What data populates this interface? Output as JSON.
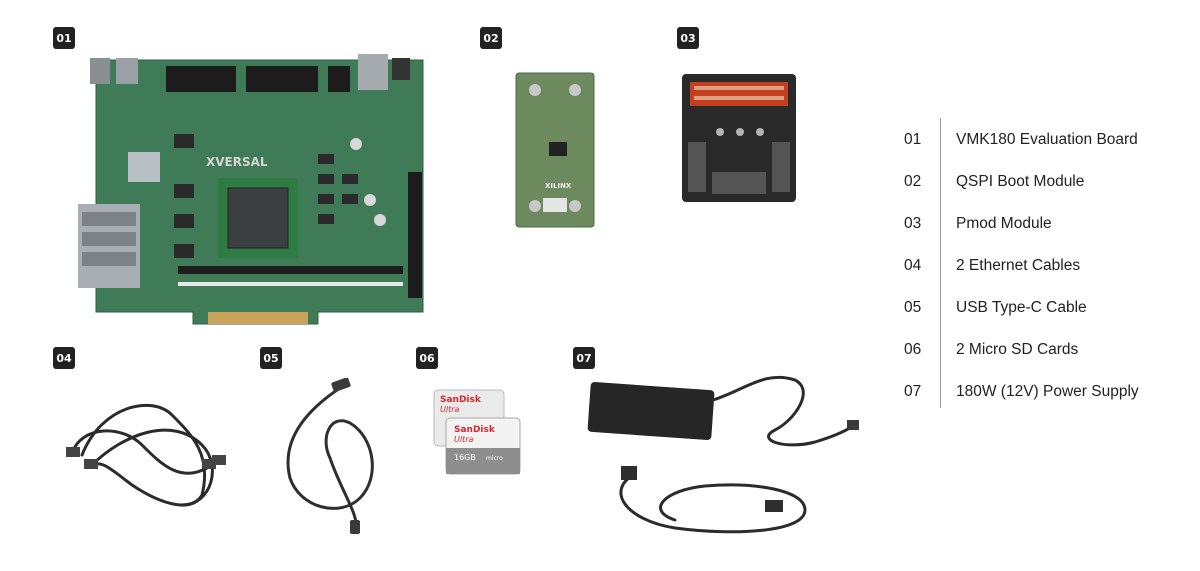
{
  "items": [
    {
      "num": "01",
      "label": "VMK180 Evaluation Board",
      "icon": "vmk180-board-photo",
      "print": "XVERSAL"
    },
    {
      "num": "02",
      "label": "QSPI Boot Module",
      "icon": "qspi-module-photo",
      "print": "XILINX"
    },
    {
      "num": "03",
      "label": "Pmod Module",
      "icon": "pmod-module-photo"
    },
    {
      "num": "04",
      "label": "2 Ethernet Cables",
      "icon": "ethernet-cables-photo"
    },
    {
      "num": "05",
      "label": "USB Type-C Cable",
      "icon": "usb-cable-photo"
    },
    {
      "num": "06",
      "label": "2 Micro SD Cards",
      "icon": "sd-cards-photo",
      "card_brand": "SanDisk",
      "card_line": "Ultra",
      "card_capacity": "16GB",
      "card_logo": "micro"
    },
    {
      "num": "07",
      "label": "180W (12V) Power Supply",
      "icon": "power-supply-photo"
    }
  ],
  "colors": {
    "badge": "#222222",
    "pcb": "#3e7a55",
    "cable": "#2b2b2b",
    "brand_red": "#d6252e"
  }
}
